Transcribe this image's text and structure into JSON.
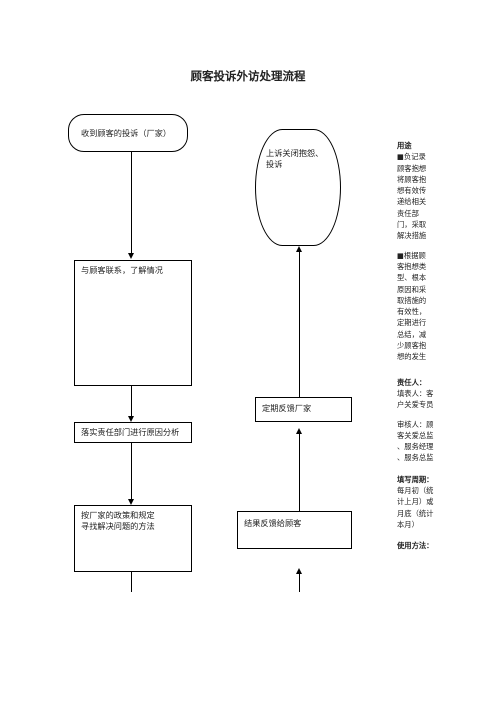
{
  "title": "顾客投诉外访处理流程",
  "left_flow": {
    "start": "收到顾客的投诉（厂家）",
    "contact": "与顾客联系，了解情况",
    "analysis": "落实责任部门进行原因分析",
    "solution": "按厂家的政策和规定\n寻找解决问题的方法"
  },
  "right_flow": {
    "close": "上诉关闭抱怨、\n投诉",
    "feedback_factory": "定期反馈厂家",
    "feedback_customer": "结果反馈给顾客"
  },
  "sidebar": {
    "purpose_heading": "用途",
    "purpose_1": "■负记录\n顾客抱想\n将顾客抱\n想有效传\n递给相关\n责任部\n门，采取\n解决措施",
    "purpose_2": "■根据顾\n客抱想类\n型、根本\n原因和采\n取措施的\n有效性，\n定期进行\n总结，减\n少顾客抱\n想的发生",
    "responsible_heading": "责任人：",
    "responsible_filler": "填表人：客\n户关爱专员",
    "responsible_reviewer": "审核人：顾\n客关爱总监\n、服务经理\n、服务总监",
    "period_heading": "填写周期：",
    "period_text": "每月初（统\n计上月）或\n月底（统计\n本月）",
    "usage_heading": "使用方法："
  }
}
